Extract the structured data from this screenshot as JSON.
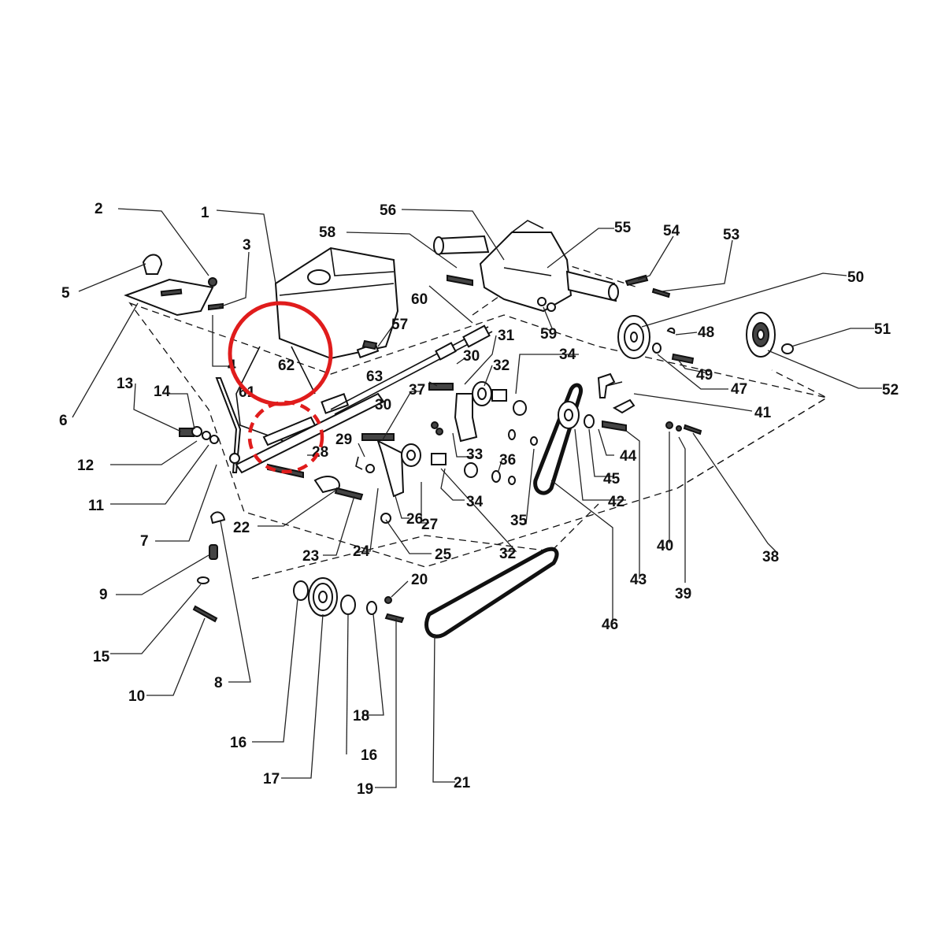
{
  "diagram": {
    "callouts": [
      "1",
      "2",
      "3",
      "4",
      "5",
      "6",
      "7",
      "8",
      "9",
      "10",
      "11",
      "12",
      "13",
      "14",
      "15",
      "16",
      "16",
      "17",
      "18",
      "19",
      "20",
      "21",
      "22",
      "23",
      "24",
      "25",
      "26",
      "27",
      "28",
      "29",
      "30",
      "30",
      "31",
      "32",
      "32",
      "33",
      "34",
      "34",
      "35",
      "36",
      "37",
      "38",
      "39",
      "40",
      "41",
      "42",
      "43",
      "44",
      "45",
      "46",
      "47",
      "48",
      "49",
      "50",
      "51",
      "52",
      "53",
      "54",
      "55",
      "56",
      "57",
      "58",
      "59",
      "60",
      "61",
      "62",
      "63"
    ],
    "highlight_solid_label": "62",
    "highlight_colors": {
      "solid_circle": "#e01c1c",
      "dashed_circle": "#e01c1c"
    }
  }
}
